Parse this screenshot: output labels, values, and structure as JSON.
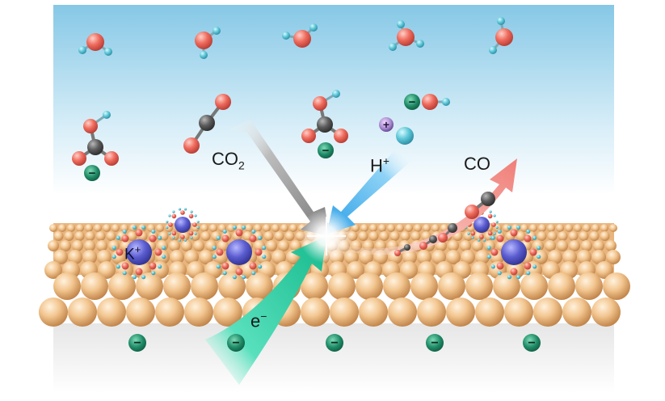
{
  "labels": {
    "co2": {
      "main": "CO",
      "sub": "2"
    },
    "h_plus": {
      "main": "H",
      "sup": "+"
    },
    "co": {
      "main": "CO"
    },
    "electron": {
      "main": "e",
      "sup": "−"
    },
    "k_plus": {
      "main": "K",
      "sup": "+"
    }
  },
  "charges": {
    "minus": "−",
    "plus": "+"
  },
  "colors": {
    "sky_top": "#8ecfe8",
    "sky_bottom": "#ffffff",
    "copper": "#f0c08a",
    "copper_dark": "#c8894d",
    "oxygen": "#ea6a5e",
    "hydrogen": "#5fc7d8",
    "carbon": "#5a5a5a",
    "potassium": "#5d5fd0",
    "co2_arrow": "#9a9a9a",
    "h_arrow": "#3aa6e6",
    "e_arrow": "#1fc49a",
    "co_arrow": "#f28a86",
    "charge_badge": "#1e8a66"
  }
}
